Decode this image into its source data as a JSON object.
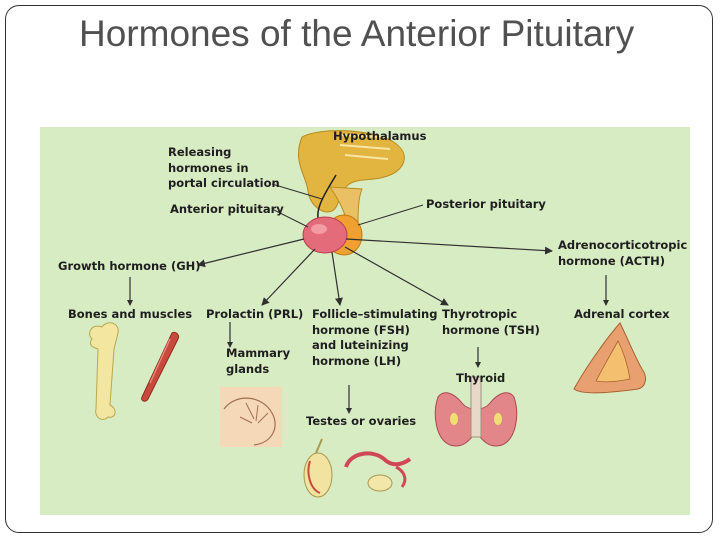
{
  "slide": {
    "title": "Hormones of the Anterior Pituitary"
  },
  "diagram": {
    "labels": {
      "hypothalamus": "Hypothalamus",
      "releasing_hormones": "Releasing\nhormones in\nportal circulation",
      "anterior_pituitary": "Anterior pituitary",
      "posterior_pituitary": "Posterior pituitary",
      "growth_hormone": "Growth hormone (GH)",
      "acth": "Adrenocorticotropic\nhormone (ACTH)",
      "bones_muscles": "Bones and muscles",
      "prolactin": "Prolactin (PRL)",
      "fsh_lh": "Follicle–stimulating\nhormone (FSH)\nand luteinizing\nhormone (LH)",
      "tsh": "Thyrotropic\nhormone (TSH)",
      "adrenal_cortex": "Adrenal cortex",
      "mammary_glands": "Mammary\nglands",
      "thyroid": "Thyroid",
      "testes_ovaries": "Testes or ovaries"
    },
    "colors": {
      "background": "#d8ecc4",
      "arrow": "#303030",
      "hypothalamus": "#e2b440",
      "anterior_pituitary": "#e46b7a",
      "posterior_pituitary": "#f0a030",
      "bone": "#f2e6a0",
      "muscle": "#c84a3c",
      "thyroid": "#e2868a",
      "adrenal": "#e8a070",
      "breast": "#f4d8b8"
    }
  }
}
